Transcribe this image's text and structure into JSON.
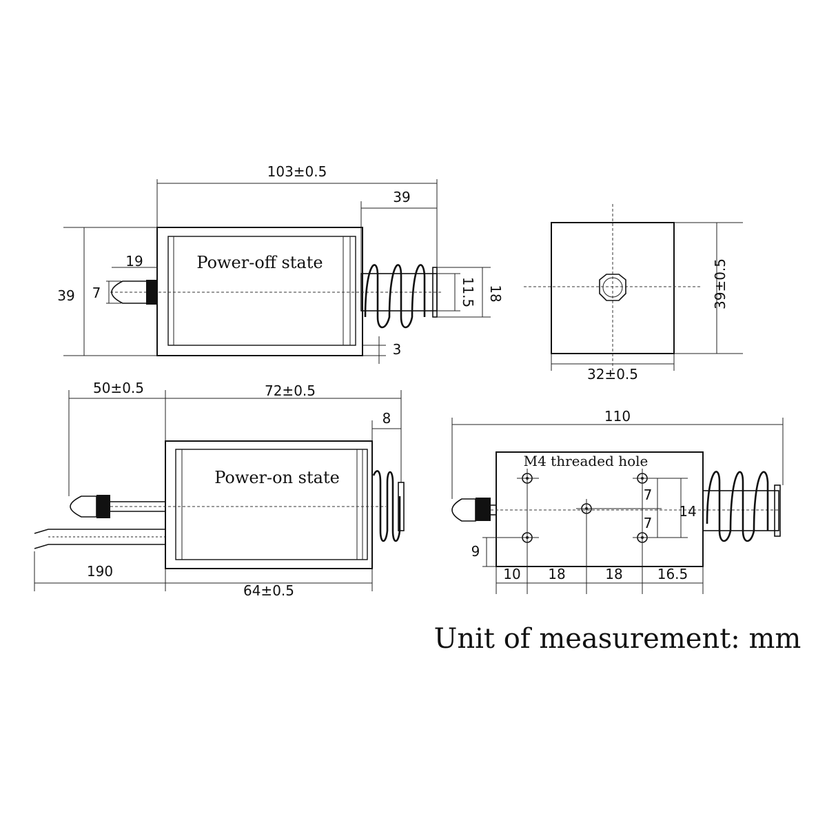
{
  "views": {
    "off": {
      "state_label": "Power-off state",
      "dims": {
        "total_length": "103±0.5",
        "plunger_extension": "39",
        "height": "39",
        "tip_length": "19",
        "tip_diameter": "7",
        "shaft_diameter": "11.5",
        "spring_diameter": "18",
        "wall": "3"
      }
    },
    "end": {
      "dims": {
        "height": "39±0.5",
        "width": "32±0.5"
      }
    },
    "on": {
      "state_label": "Power-on state",
      "dims": {
        "stroke_extension": "50±0.5",
        "body_length": "72±0.5",
        "cap": "8",
        "lead_length": "190",
        "frame_length": "64±0.5"
      }
    },
    "bottom": {
      "hole_label": "M4 threaded hole",
      "dims": {
        "total_length": "110",
        "hole_offset_a": "7",
        "hole_offset_b": "7",
        "hole_span": "14",
        "edge_offset": "9",
        "x1": "10",
        "x2": "18",
        "x3": "18",
        "x4": "16.5"
      }
    }
  },
  "unit_note": "Unit of measurement: mm"
}
